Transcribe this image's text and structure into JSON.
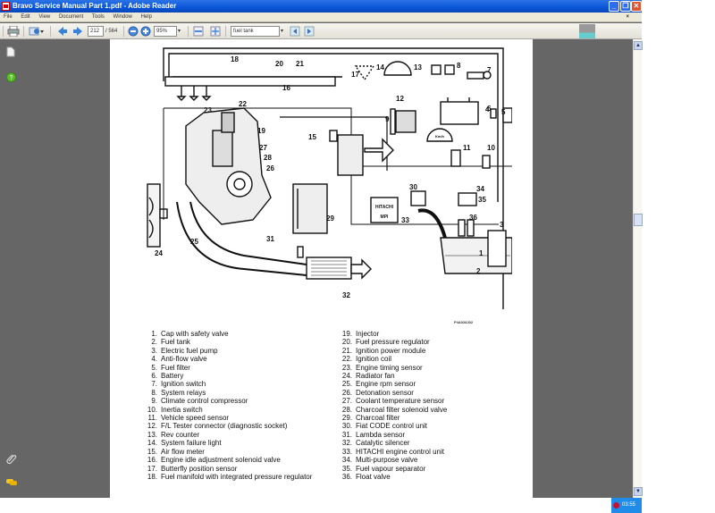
{
  "window": {
    "title": "Bravo Service Manual Part 1.pdf - Adobe Reader",
    "controls": {
      "minimize": "_",
      "restore": "❐",
      "close": "✕"
    }
  },
  "menu": {
    "items": [
      "File",
      "Edit",
      "View",
      "Document",
      "Tools",
      "Window",
      "Help"
    ],
    "close_doc": "×"
  },
  "toolbar": {
    "page_current": "212",
    "page_total": "/ 564",
    "zoom_value": "95%",
    "search_value": "fuel tank"
  },
  "left_pane": {
    "icons": [
      "pages-icon",
      "help-icon",
      "attachments-icon",
      "comments-icon"
    ]
  },
  "taskbar": {
    "clock": "03:55"
  },
  "document": {
    "figure_code": "P4A028J02",
    "diagram_labels": [
      "1",
      "2",
      "3",
      "4",
      "5",
      "6",
      "7",
      "8",
      "9",
      "10",
      "11",
      "12",
      "13",
      "14",
      "15",
      "16",
      "17",
      "18",
      "19",
      "20",
      "21",
      "22",
      "23",
      "24",
      "25",
      "26",
      "27",
      "28",
      "29",
      "30",
      "31",
      "32",
      "33",
      "34",
      "35",
      "36"
    ],
    "ecu_text": {
      "line1": "HITACHI",
      "line2": "MPI"
    },
    "speedo_text": "Km/h",
    "legend_left": [
      {
        "n": "1.",
        "t": "Cap with safety valve"
      },
      {
        "n": "2.",
        "t": "Fuel tank"
      },
      {
        "n": "3.",
        "t": "Electric fuel pump"
      },
      {
        "n": "4.",
        "t": "Anti-flow valve"
      },
      {
        "n": "5.",
        "t": "Fuel filter"
      },
      {
        "n": "6.",
        "t": "Battery"
      },
      {
        "n": "7.",
        "t": "Ignition switch"
      },
      {
        "n": "8.",
        "t": "System relays"
      },
      {
        "n": "9.",
        "t": "Climate control compressor"
      },
      {
        "n": "10.",
        "t": "Inertia switch"
      },
      {
        "n": "11.",
        "t": "Vehicle speed sensor"
      },
      {
        "n": "12.",
        "t": "F/L Tester connector (diagnostic socket)"
      },
      {
        "n": "13.",
        "t": "Rev counter"
      },
      {
        "n": "14.",
        "t": "System failure light"
      },
      {
        "n": "15.",
        "t": "Air flow meter"
      },
      {
        "n": "16.",
        "t": "Engine idle adjustment solenoid valve"
      },
      {
        "n": "17.",
        "t": "Butterfly position sensor"
      },
      {
        "n": "18.",
        "t": "Fuel manifold with integrated pressure regulator"
      }
    ],
    "legend_right": [
      {
        "n": "19.",
        "t": "Injector"
      },
      {
        "n": "20.",
        "t": "Fuel pressure regulator"
      },
      {
        "n": "21.",
        "t": "Ignition power module"
      },
      {
        "n": "22.",
        "t": "Ignition coil"
      },
      {
        "n": "23.",
        "t": "Engine timing sensor"
      },
      {
        "n": "24.",
        "t": "Radiator fan"
      },
      {
        "n": "25.",
        "t": "Engine rpm sensor"
      },
      {
        "n": "26.",
        "t": "Detonation sensor"
      },
      {
        "n": "27.",
        "t": "Coolant temperature sensor"
      },
      {
        "n": "28.",
        "t": "Charcoal filter solenoid valve"
      },
      {
        "n": "29.",
        "t": "Charcoal filter"
      },
      {
        "n": "30.",
        "t": "Fiat CODE control unit"
      },
      {
        "n": "31.",
        "t": "Lambda sensor"
      },
      {
        "n": "32.",
        "t": "Catalytic silencer"
      },
      {
        "n": "33.",
        "t": "HITACHI engine control unit"
      },
      {
        "n": "34.",
        "t": "Multi-purpose valve"
      },
      {
        "n": "35.",
        "t": "Fuel vapour separator"
      },
      {
        "n": "36.",
        "t": "Float valve"
      }
    ]
  }
}
